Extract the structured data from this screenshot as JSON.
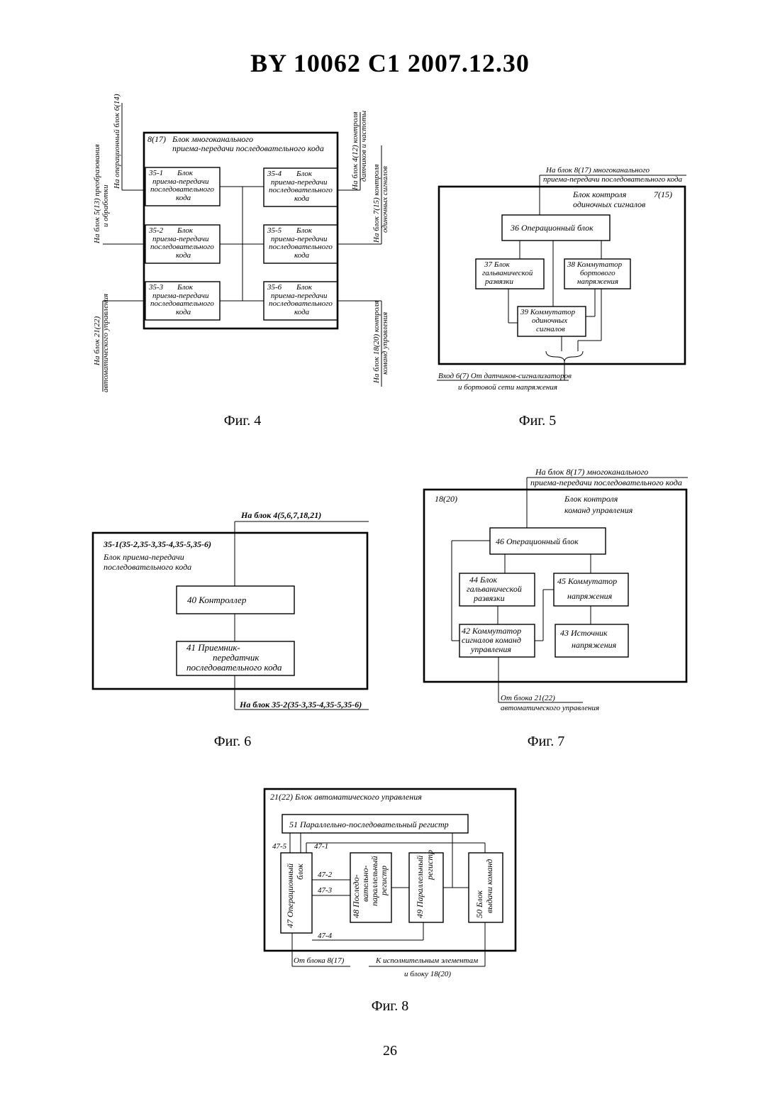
{
  "header": {
    "title": "BY  10062  C1  2007.12.30"
  },
  "page_number": "26",
  "fig4": {
    "caption": "Фиг. 4",
    "outer_num": "8(17)",
    "outer_l1": "Блок многоканального",
    "outer_l2": "приема-передачи последовательного кода",
    "b1": [
      "35-1",
      "Блок",
      "приема-передачи",
      "последовательного",
      "кода"
    ],
    "b2": [
      "35-2",
      "Блок",
      "приема-передачи",
      "последовательного",
      "кода"
    ],
    "b3": [
      "35-3",
      "Блок",
      "приема-передачи",
      "последовательного",
      "кода"
    ],
    "b4": [
      "35-4",
      "Блок",
      "приема-передачи",
      "последовательного",
      "кода"
    ],
    "b5": [
      "35-5",
      "Блок",
      "приема-передачи",
      "последовательного",
      "кода"
    ],
    "b6": [
      "35-6",
      "Блок",
      "приема-передачи",
      "последовательного",
      "кода"
    ],
    "left_top_1": "На блок 5(13) преобразования",
    "left_top_2": "и обработки",
    "left_top_3": "На операционный блок 6(14)",
    "right_top_1": "На блок 4(12) контроля",
    "right_top_2": "датчиков и частоты",
    "right_mid_1": "На блок 7(15) контроля",
    "right_mid_2": "одиночных сигналов",
    "left_bot_1": "На блок 21(22)",
    "left_bot_2": "автоматического управления",
    "right_bot_1": "На блок 18(20) контроля",
    "right_bot_2": "команд управления"
  },
  "fig5": {
    "caption": "Фиг. 5",
    "top_1": "На блок 8(17) многоканального",
    "top_2": "приема-передачи последовательного кода",
    "title_1": "Блок контроля",
    "title_num": "7(15)",
    "title_2": "одиночных сигналов",
    "b36": "36  Операционный блок",
    "b37": [
      "37  Блок",
      "гальванической",
      "развязки"
    ],
    "b38": [
      "38  Коммутатор",
      "бортового",
      "напряжения"
    ],
    "b39": [
      "39  Коммутатор",
      "одиночных",
      "сигналов"
    ],
    "bottom_1": "Вход 6(7)   От датчиков-сигнализаторов",
    "bottom_2": "и бортовой сети напряжения"
  },
  "fig6": {
    "caption": "Фиг. 6",
    "top": "На блок  4(5,6,7,18,21)",
    "title_1": "35-1(35-2,35-3,35-4,35-5,35-6)",
    "title_2": "Блок приема-передачи",
    "title_3": "последовательного кода",
    "b40": "40        Контроллер",
    "b41": [
      "41      Приемник-",
      "передатчик",
      "последовательного кода"
    ],
    "bottom": "На блок  35-2(35-3,35-4,35-5,35-6)"
  },
  "fig7": {
    "caption": "Фиг. 7",
    "top_1": "На блок 8(17) многоканального",
    "top_2": "приема-передачи последовательного кода",
    "num": "18(20)",
    "title_1": "Блок контроля",
    "title_2": "команд управления",
    "b46": "46   Операционный блок",
    "b44": [
      "44  Блок",
      "гальванической",
      "развязки"
    ],
    "b45": [
      "45  Коммутатор",
      "напряжения"
    ],
    "b42": [
      "42  Коммутатор",
      "сигналов команд",
      "управления"
    ],
    "b43": [
      "43  Источник",
      "напряжения"
    ],
    "bottom_1": "От блока 21(22)",
    "bottom_2": "автоматического управления"
  },
  "fig8": {
    "caption": "Фиг. 8",
    "title": "21(22) Блок автоматического управления",
    "b51": "51   Параллельно-последовательный регистр",
    "b47": [
      "47  Операционный",
      "блок"
    ],
    "b48": [
      "48  Последо-",
      "вательно-",
      "параллельный",
      "регистр"
    ],
    "b49": [
      "49  Параллельный",
      "регистр"
    ],
    "b50": [
      "50   Блок",
      "выдачи команд"
    ],
    "l475": "47-5",
    "l471": "47-1",
    "l472": "47-2",
    "l473": "47-3",
    "l474": "47-4",
    "bottom_left": "От блока 8(17)",
    "bottom_right_1": "К исполнительным элементам",
    "bottom_right_2": "и блоку 18(20)"
  }
}
